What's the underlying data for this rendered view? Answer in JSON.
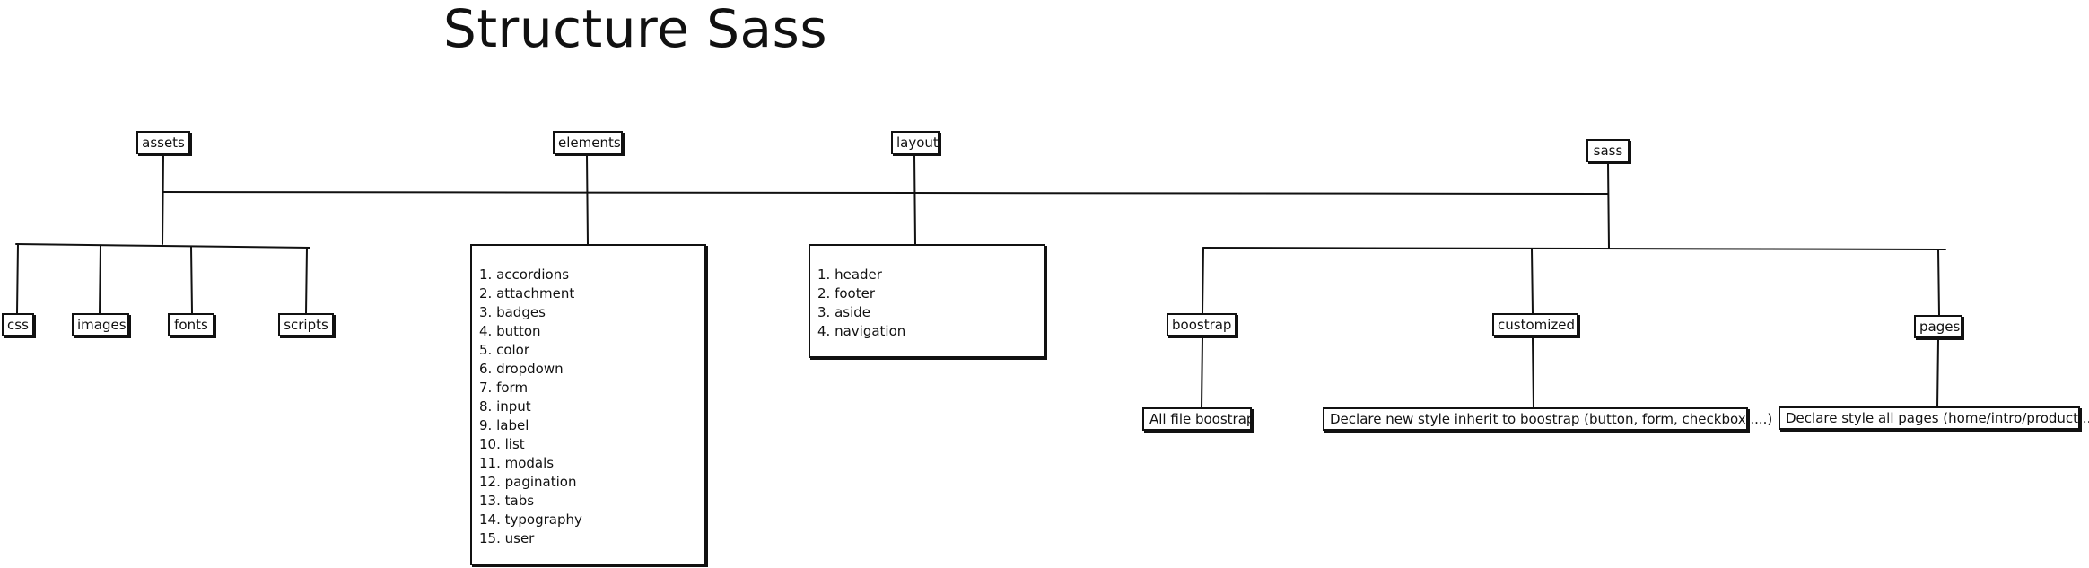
{
  "title": "Structure Sass",
  "nodes": {
    "assets": "assets",
    "elements": "elements",
    "layout": "layout",
    "sass": "sass",
    "css": "css",
    "images": "images",
    "fonts": "fonts",
    "scripts": "scripts",
    "boostrap": "boostrap",
    "customized": "customized",
    "pages": "pages"
  },
  "elements_list": [
    "1. accordions",
    "2. attachment",
    "3. badges",
    "4. button",
    "5. color",
    "6. dropdown",
    "7. form",
    "8. input",
    "9. label",
    "10. list",
    "11. modals",
    "12. pagination",
    "13. tabs",
    "14. typography",
    "15. user"
  ],
  "layout_list": [
    "1. header",
    "2. footer",
    "3. aside",
    "4. navigation"
  ],
  "descriptions": {
    "boostrap": "All file boostrap",
    "customized": "Declare new style inherit to boostrap (button, form, checkbox ....)",
    "pages": "Declare style all pages (home/intro/product...)"
  }
}
